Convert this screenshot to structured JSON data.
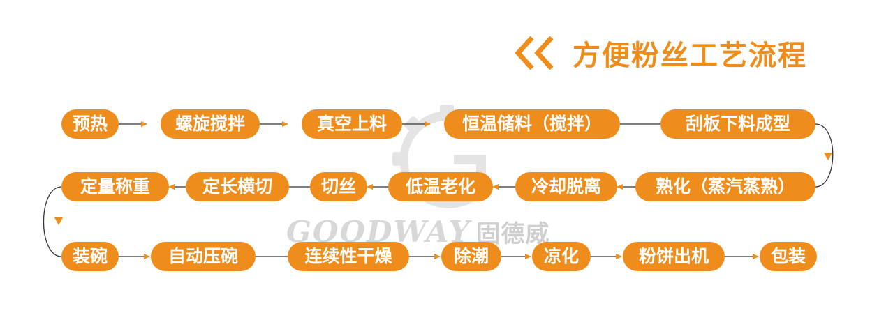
{
  "title": "方便粉丝工艺流程",
  "watermark": {
    "brand": "GOODWAY",
    "brand_cn": "固德威"
  },
  "colors": {
    "accent": "#EE8C1C",
    "line": "#333333",
    "watermark": "#D8D8D8"
  },
  "icons": {
    "title_icon": "double-chevron-left-icon",
    "watermark_icon": "gear-g-logo-icon"
  },
  "steps": [
    "预热",
    "螺旋搅拌",
    "真空上料",
    "恒温储料（搅拌）",
    "刮板下料成型",
    "熟化（蒸汽蒸熟）",
    "冷却脱离",
    "低温老化",
    "切丝",
    "定长横切",
    "定量称重",
    "装碗",
    "自动压碗",
    "连续性干燥",
    "除潮",
    "凉化",
    "粉饼出机",
    "包装"
  ]
}
